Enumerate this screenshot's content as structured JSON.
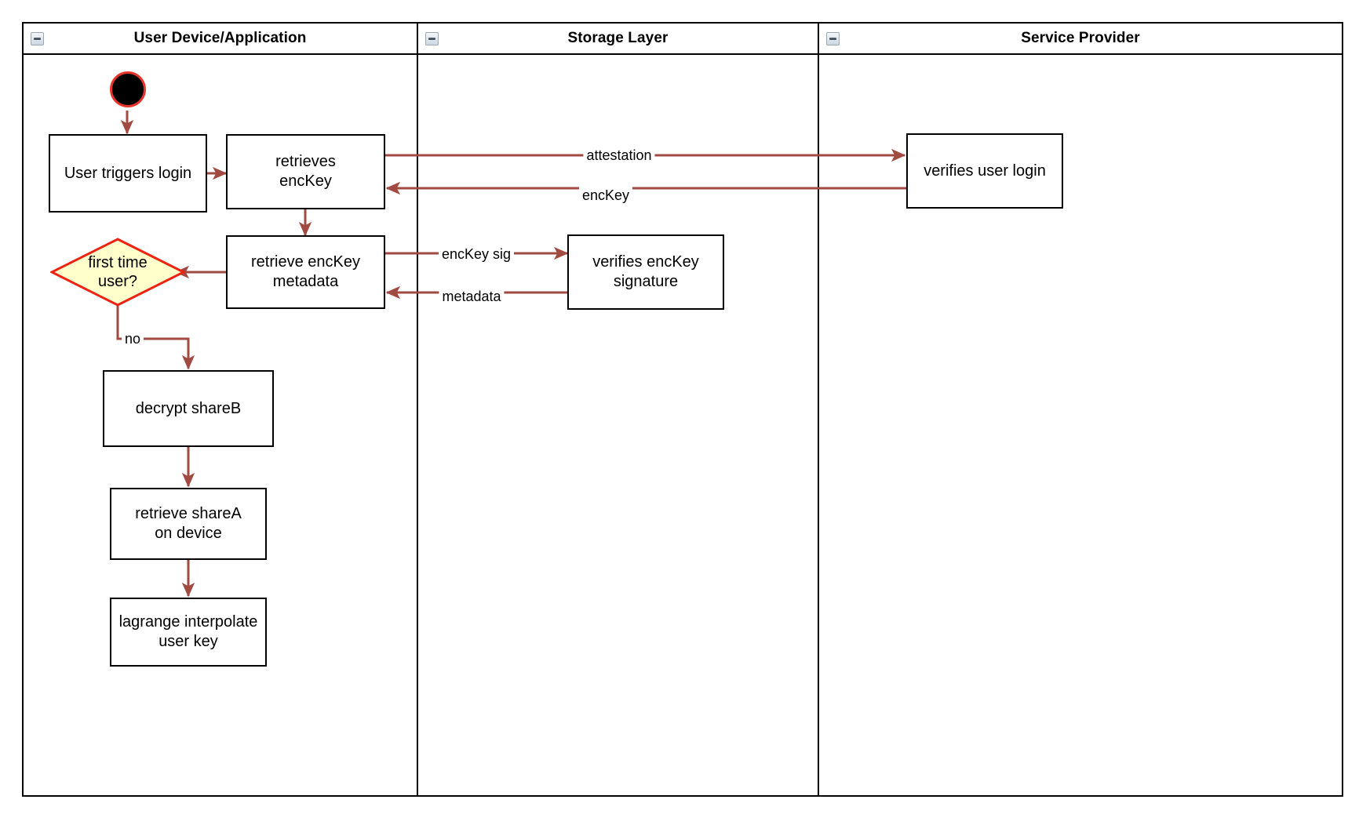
{
  "diagram": {
    "type": "swimlane-activity-diagram",
    "colors": {
      "lane_border": "#000000",
      "node_border": "#000000",
      "node_fill": "#ffffff",
      "edge": "#a04a42",
      "decision_fill": "#ffffcc",
      "decision_border": "#ee2211",
      "start_fill": "#000000",
      "start_border": "#e8352b",
      "background": "#ffffff",
      "text": "#000000"
    },
    "lanes": [
      {
        "id": "user-device",
        "title": "User Device/Application",
        "collapse_icon": "collapse-minus-icon"
      },
      {
        "id": "storage-layer",
        "title": "Storage Layer",
        "collapse_icon": "collapse-minus-icon"
      },
      {
        "id": "service-provider",
        "title": "Service Provider",
        "collapse_icon": "collapse-minus-icon"
      }
    ],
    "nodes": [
      {
        "id": "start",
        "lane": "user-device",
        "shape": "initial-node",
        "label": ""
      },
      {
        "id": "user-triggers-login",
        "lane": "user-device",
        "shape": "activity",
        "label": "User triggers login"
      },
      {
        "id": "retrieves-enckey",
        "lane": "user-device",
        "shape": "activity",
        "label": "retrieves\nencKey"
      },
      {
        "id": "retrieve-enckey-metadata",
        "lane": "user-device",
        "shape": "activity",
        "label": "retrieve encKey\nmetadata"
      },
      {
        "id": "first-time-user",
        "lane": "user-device",
        "shape": "decision",
        "label": "first time\nuser?"
      },
      {
        "id": "decrypt-shareb",
        "lane": "user-device",
        "shape": "activity",
        "label": "decrypt shareB"
      },
      {
        "id": "retrieve-sharea-on-device",
        "lane": "user-device",
        "shape": "activity",
        "label": "retrieve shareA\non device"
      },
      {
        "id": "lagrange-interpolate-user-key",
        "lane": "user-device",
        "shape": "activity",
        "label": "lagrange interpolate\nuser key"
      },
      {
        "id": "verifies-enckey-signature",
        "lane": "storage-layer",
        "shape": "activity",
        "label": "verifies encKey\nsignature"
      },
      {
        "id": "verifies-user-login",
        "lane": "service-provider",
        "shape": "activity",
        "label": "verifies user login"
      }
    ],
    "edges": [
      {
        "from": "start",
        "to": "user-triggers-login",
        "label": ""
      },
      {
        "from": "user-triggers-login",
        "to": "retrieves-enckey",
        "label": ""
      },
      {
        "from": "retrieves-enckey",
        "to": "verifies-user-login",
        "label": "attestation"
      },
      {
        "from": "verifies-user-login",
        "to": "retrieves-enckey",
        "label": "encKey"
      },
      {
        "from": "retrieves-enckey",
        "to": "retrieve-enckey-metadata",
        "label": ""
      },
      {
        "from": "retrieve-enckey-metadata",
        "to": "verifies-enckey-signature",
        "label": "encKey sig"
      },
      {
        "from": "verifies-enckey-signature",
        "to": "retrieve-enckey-metadata",
        "label": "metadata"
      },
      {
        "from": "retrieve-enckey-metadata",
        "to": "first-time-user",
        "label": ""
      },
      {
        "from": "first-time-user",
        "to": "decrypt-shareb",
        "label": "no"
      },
      {
        "from": "decrypt-shareb",
        "to": "retrieve-sharea-on-device",
        "label": ""
      },
      {
        "from": "retrieve-sharea-on-device",
        "to": "lagrange-interpolate-user-key",
        "label": ""
      }
    ],
    "edge_labels": {
      "attestation": "attestation",
      "enckey": "encKey",
      "enckey_sig": "encKey sig",
      "metadata": "metadata",
      "no": "no"
    }
  }
}
